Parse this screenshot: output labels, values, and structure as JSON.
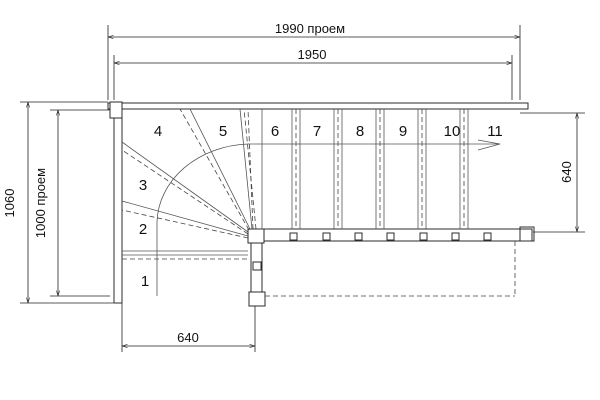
{
  "dimensions": {
    "overall_opening": "1990 проем",
    "overall_inner": "1950",
    "left_opening": "1000 проем",
    "left_overall": "1060",
    "right_height": "640",
    "bottom_width": "640"
  },
  "steps": [
    "1",
    "2",
    "3",
    "4",
    "5",
    "6",
    "7",
    "8",
    "9",
    "10",
    "11"
  ],
  "colors": {
    "line": "#2b2b2b",
    "background": "#ffffff"
  }
}
